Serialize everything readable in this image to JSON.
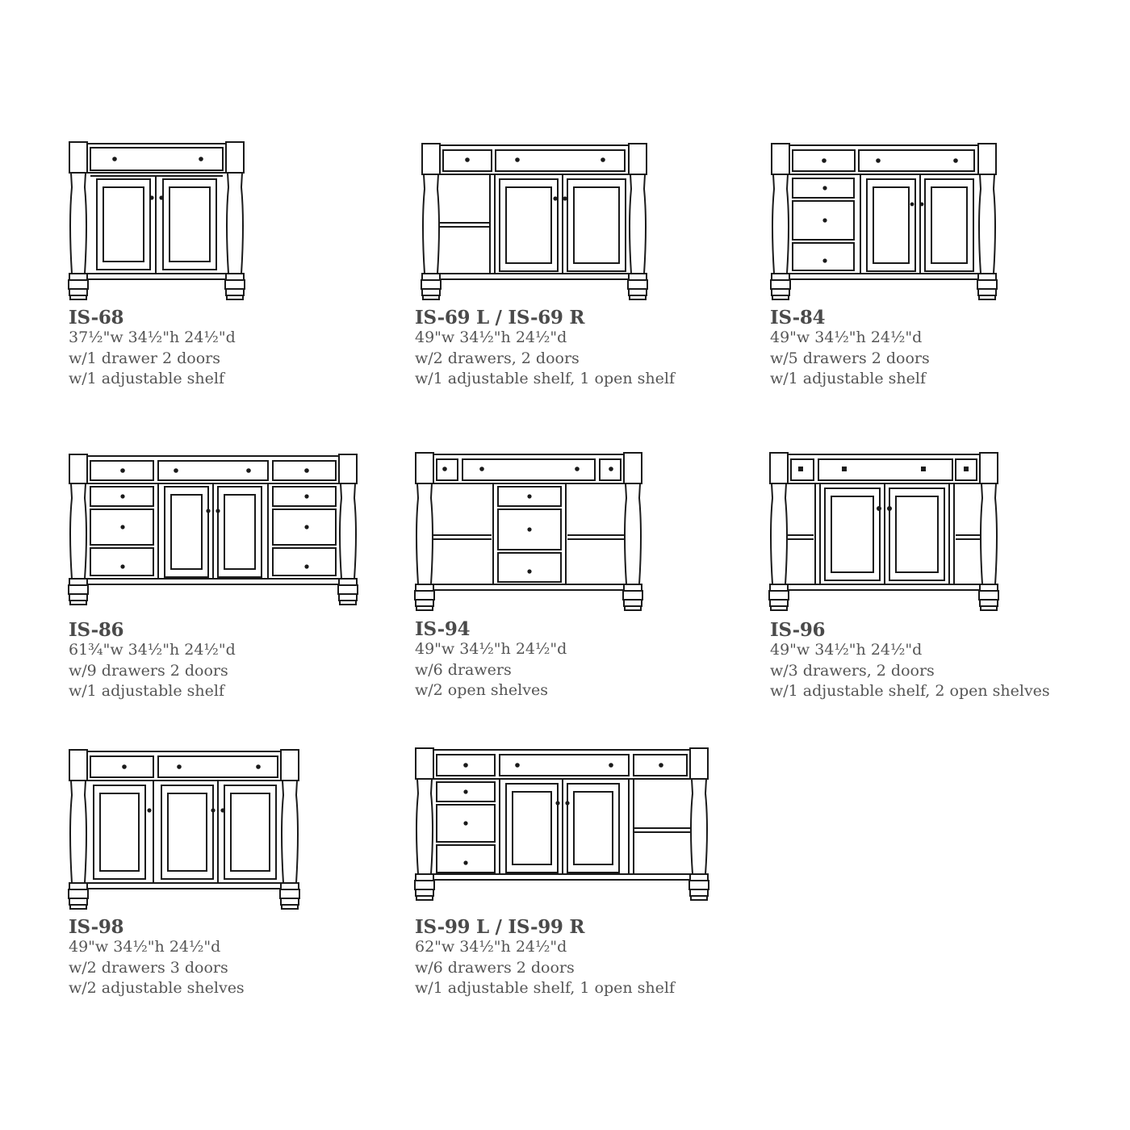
{
  "cabinets": [
    {
      "model": "IS-68",
      "dims": "37½\"w 34½\"h 24½\"d",
      "line2": "w/1 drawer 2 doors",
      "line3": "w/1 adjustable shelf"
    },
    {
      "model": "IS-69 L / IS-69 R",
      "dims": "49\"w 34½\"h 24½\"d",
      "line2": "w/2 drawers, 2 doors",
      "line3": "w/1 adjustable shelf, 1 open shelf"
    },
    {
      "model": "IS-84",
      "dims": "49\"w 34½\"h 24½\"d",
      "line2": "w/5 drawers 2 doors",
      "line3": "w/1 adjustable shelf"
    },
    {
      "model": "IS-86",
      "dims": "61¾\"w 34½\"h 24½\"d",
      "line2": "w/9 drawers 2 doors",
      "line3": "w/1 adjustable shelf"
    },
    {
      "model": "IS-94",
      "dims": "49\"w 34½\"h 24½\"d",
      "line2": "w/6 drawers",
      "line3": "w/2 open shelves"
    },
    {
      "model": "IS-96",
      "dims": "49\"w 34½\"h 24½\"d",
      "line2": "w/3 drawers, 2 doors",
      "line3": "w/1 adjustable shelf, 2 open shelves"
    },
    {
      "model": "IS-98",
      "dims": "49\"w 34½\"h 24½\"d",
      "line2": "w/2 drawers 3 doors",
      "line3": "w/2 adjustable shelves"
    },
    {
      "model": "IS-99 L / IS-99 R",
      "dims": "62\"w 34½\"h 24½\"d",
      "line2": "w/6 drawers 2 doors",
      "line3": "w/1 adjustable shelf, 1 open shelf"
    }
  ]
}
